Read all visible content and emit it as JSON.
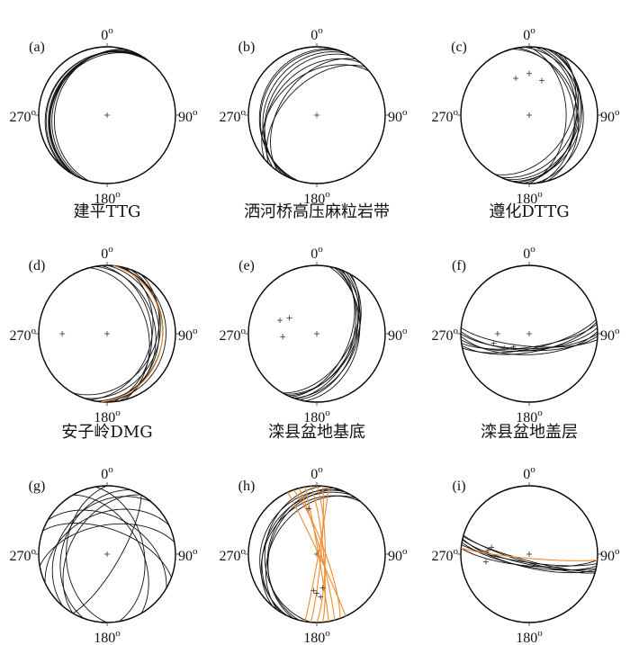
{
  "figure": {
    "orientation_labels": {
      "north": "0",
      "east": "90",
      "south": "180",
      "west": "270",
      "unit": "o"
    },
    "colors": {
      "default_line": "#111111",
      "highlight_line": "#f08a2c",
      "frame": "#000000"
    },
    "panels": [
      {
        "letter": "(a)",
        "title": "阜新北部MORB区",
        "planes": [
          [
            305,
            15
          ],
          [
            300,
            18
          ],
          [
            295,
            20
          ],
          [
            290,
            22
          ],
          [
            310,
            14
          ],
          [
            285,
            25
          ],
          [
            298,
            19
          ],
          [
            302,
            21
          ]
        ],
        "highlight_planes": [],
        "poles": []
      },
      {
        "letter": "(b)",
        "title": "阜新东北钙碱性火山岩区",
        "planes": [
          [
            290,
            20
          ],
          [
            300,
            30
          ],
          [
            310,
            35
          ],
          [
            320,
            40
          ],
          [
            295,
            25
          ],
          [
            305,
            45
          ],
          [
            285,
            18
          ],
          [
            315,
            50
          ]
        ],
        "highlight_planes": [],
        "poles": []
      },
      {
        "letter": "(c)",
        "title": "义县钙碱性火山岩",
        "planes": [
          [
            100,
            30
          ],
          [
            110,
            28
          ],
          [
            95,
            32
          ],
          [
            80,
            35
          ],
          [
            120,
            40
          ],
          [
            105,
            25
          ],
          [
            115,
            33
          ],
          [
            90,
            45
          ],
          [
            85,
            22
          ],
          [
            75,
            30
          ]
        ],
        "highlight_planes": [],
        "poles": [
          [
            0,
            15
          ],
          [
            20,
            25
          ],
          [
            340,
            20
          ]
        ]
      },
      {
        "letter": "(d)",
        "title": "建平TTG",
        "planes": [
          [
            100,
            20
          ],
          [
            110,
            25
          ],
          [
            85,
            35
          ],
          [
            80,
            30
          ],
          [
            120,
            30
          ],
          [
            95,
            15
          ],
          [
            75,
            40
          ],
          [
            105,
            35
          ],
          [
            90,
            25
          ]
        ],
        "highlight_planes": [
          [
            95,
            20
          ]
        ],
        "poles": [
          [
            270,
            8
          ]
        ]
      },
      {
        "letter": "(e)",
        "title": "洒河桥高压麻粒岩带",
        "planes": [
          [
            110,
            40
          ],
          [
            115,
            45
          ],
          [
            105,
            42
          ],
          [
            120,
            48
          ],
          [
            100,
            38
          ],
          [
            112,
            50
          ],
          [
            118,
            43
          ],
          [
            108,
            46
          ]
        ],
        "highlight_planes": [],
        "poles": [
          [
            265,
            30
          ],
          [
            290,
            20
          ],
          [
            300,
            35
          ]
        ]
      },
      {
        "letter": "(f)",
        "title": "遵化DTTG",
        "planes": [
          [
            175,
            70
          ],
          [
            180,
            72
          ],
          [
            170,
            68
          ],
          [
            185,
            75
          ],
          [
            178,
            65
          ],
          [
            172,
            74
          ],
          [
            182,
            70
          ],
          [
            168,
            72
          ]
        ],
        "highlight_planes": [],
        "poles": [
          [
            240,
            40
          ],
          [
            255,
            25
          ],
          [
            230,
            55
          ],
          [
            270,
            35
          ]
        ]
      },
      {
        "letter": "(g)",
        "title": "安子岭DMG",
        "planes": [
          [
            290,
            35
          ],
          [
            300,
            45
          ],
          [
            310,
            30
          ],
          [
            350,
            55
          ],
          [
            20,
            60
          ],
          [
            60,
            50
          ],
          [
            120,
            75
          ],
          [
            80,
            45
          ],
          [
            270,
            40
          ],
          [
            335,
            40
          ],
          [
            30,
            45
          ]
        ],
        "highlight_planes": [],
        "poles": []
      },
      {
        "letter": "(h)",
        "title": "滦县盆地基底",
        "planes": [
          [
            295,
            20
          ],
          [
            300,
            25
          ],
          [
            285,
            30
          ],
          [
            310,
            28
          ],
          [
            305,
            35
          ],
          [
            290,
            32
          ],
          [
            275,
            25
          ]
        ],
        "highlight_planes": [
          [
            80,
            88
          ],
          [
            85,
            82
          ],
          [
            75,
            85
          ],
          [
            90,
            80
          ],
          [
            70,
            80
          ],
          [
            95,
            85
          ],
          [
            100,
            88
          ],
          [
            65,
            88
          ]
        ],
        "poles": [
          [
            350,
            5
          ],
          [
            180,
            20
          ],
          [
            170,
            30
          ],
          [
            175,
            12
          ],
          [
            185,
            25
          ]
        ]
      },
      {
        "letter": "(i)",
        "title": "滦县盆地盖层",
        "planes": [
          [
            190,
            75
          ],
          [
            192,
            78
          ],
          [
            188,
            80
          ],
          [
            195,
            82
          ],
          [
            185,
            76
          ],
          [
            193,
            74
          ],
          [
            196,
            80
          ]
        ],
        "highlight_planes": [
          [
            185,
            85
          ]
        ],
        "poles": [
          [
            260,
            10
          ],
          [
            275,
            15
          ],
          [
            280,
            22
          ]
        ]
      }
    ]
  }
}
